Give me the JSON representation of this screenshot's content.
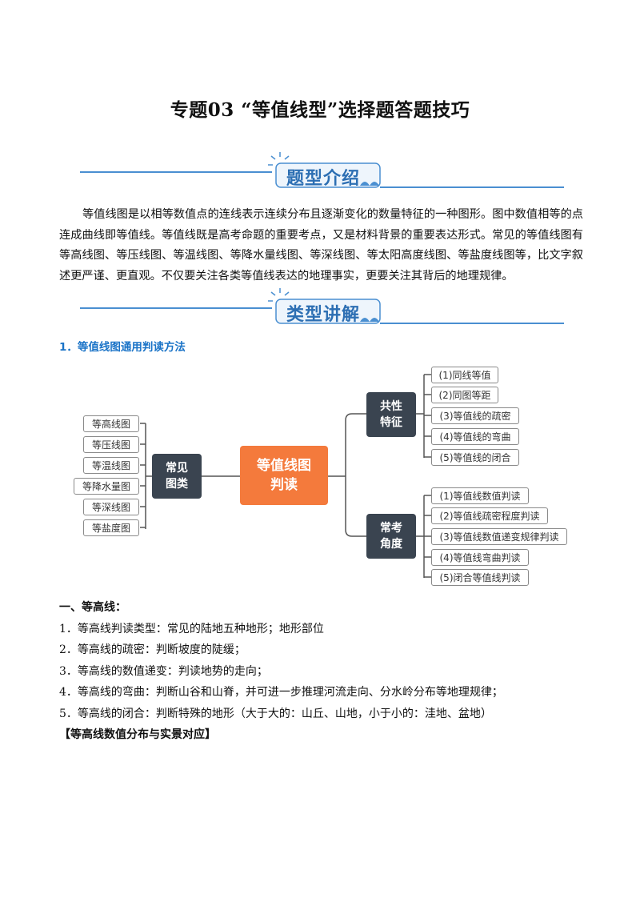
{
  "title": "专题03 “等值线型”选择题答题技巧",
  "banners": {
    "intro": "题型介绍",
    "types": "类型讲解"
  },
  "intro_paragraph": "等值线图是以相等数值点的连线表示连续分布且逐渐变化的数量特征的一种图形。图中数值相等的点连成曲线即等值线。等值线既是高考命题的重要考点，又是材料背景的重要表达形式。常见的等值线图有等高线图、等压线图、等温线图、等降水量线图、等深线图、等太阳高度线图、等盐度线图等，比文字叙述更严谨、更直观。不仅要关注各类等值线表达的地理事实，更要关注其背后的地理规律。",
  "section1_heading": "1．等值线图通用判读方法",
  "mindmap": {
    "center": [
      "等值线图",
      "判读"
    ],
    "left_node": [
      "常见",
      "图类"
    ],
    "left_items": [
      "等高线图",
      "等压线图",
      "等温线图",
      "等降水量图",
      "等深线图",
      "等盐度图"
    ],
    "top_node": [
      "共性",
      "特征"
    ],
    "top_items": [
      "(1)同线等值",
      "(2)同图等距",
      "(3)等值线的疏密",
      "(4)等值线的弯曲",
      "(5)等值线的闭合"
    ],
    "bottom_node": [
      "常考",
      "角度"
    ],
    "bottom_items": [
      "(1)等值线数值判读",
      "(2)等值线疏密程度判读",
      "(3)等值线数值递变规律判读",
      "(4)等值线弯曲判读",
      "(5)闭合等值线判读"
    ]
  },
  "contour": {
    "heading": "一、等高线：",
    "items": [
      "1．等高线判读类型：常见的陆地五种地形；地形部位",
      "2．等高线的疏密：判断坡度的陡缓；",
      "3．等高线的数值递变：判读地势的走向；",
      "4．等高线的弯曲：判断山谷和山脊，并可进一步推理河流走向、分水岭分布等地理规律；",
      "5．等高线的闭合：判断特殊的地形（大于大的：山丘、山地，小于小的：洼地、盆地）"
    ],
    "subheading": "【等高线数值分布与实景对应】"
  },
  "colors": {
    "accent_blue": "#2d6fb3",
    "heading_blue": "#1a73c7",
    "dark_node": "#3a4450",
    "center_orange": "#f47a3c"
  }
}
